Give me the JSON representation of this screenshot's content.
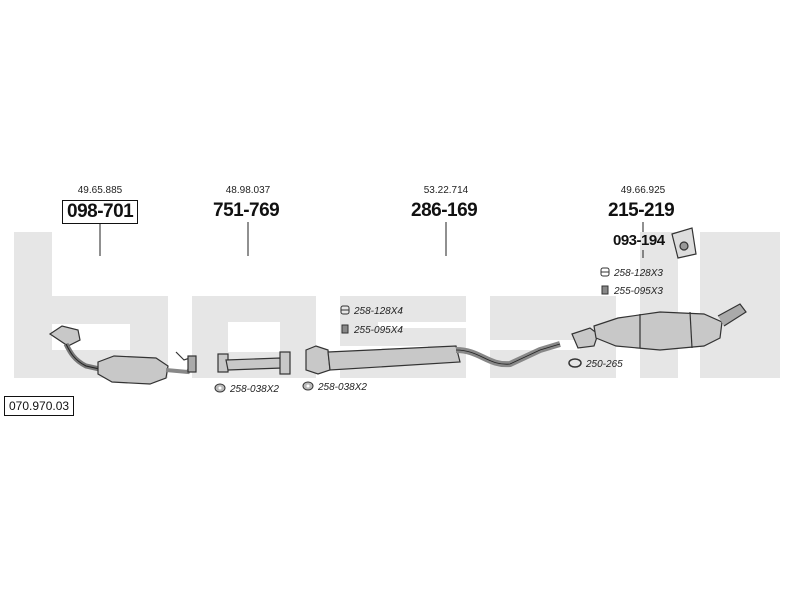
{
  "assembly_number": "070.970.03",
  "watermark_text": "bosal",
  "columns": [
    {
      "ref": "49.65.885",
      "part": "098-701",
      "boxed": true
    },
    {
      "ref": "48.98.037",
      "part": "751-769",
      "boxed": false
    },
    {
      "ref": "53.22.714",
      "part": "286-169",
      "boxed": false
    },
    {
      "ref": "49.66.925",
      "part": "215-219",
      "boxed": false
    }
  ],
  "sub_part": "093-194",
  "hardware": [
    {
      "code": "258-128X3",
      "icon": "clamp-icon"
    },
    {
      "code": "255-095X3",
      "icon": "bolt-icon"
    },
    {
      "code": "258-128X4",
      "icon": "clamp-icon"
    },
    {
      "code": "255-095X4",
      "icon": "bolt-icon"
    },
    {
      "code": "250-265",
      "icon": "ring-icon"
    },
    {
      "code": "258-038X2",
      "icon": "gasket-icon"
    },
    {
      "code": "258-038X2",
      "icon": "gasket-icon"
    }
  ],
  "colors": {
    "watermark": "#e6e6e6",
    "line": "#222222",
    "part": "#888888",
    "part_fill": "#c8c8c8"
  }
}
